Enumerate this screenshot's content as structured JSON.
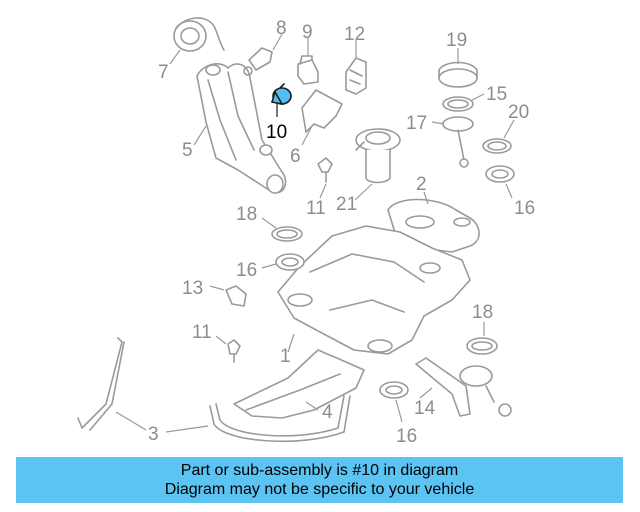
{
  "callouts": {
    "c7": "7",
    "c8": "8",
    "c9": "9",
    "c12": "12",
    "c19": "19",
    "c15": "15",
    "c20": "20",
    "c17": "17",
    "c10": "10",
    "c5": "5",
    "c6": "6",
    "c11a": "11",
    "c21": "21",
    "c2": "2",
    "c16a": "16",
    "c18a": "18",
    "c16b": "16",
    "c13": "13",
    "c11b": "11",
    "c18b": "18",
    "c1": "1",
    "c3": "3",
    "c4": "4",
    "c14": "14",
    "c16c": "16"
  },
  "banner": {
    "line1": "Part or sub-assembly is #10 in diagram",
    "line2": "Diagram may not be specific to your vehicle"
  },
  "highlighted_part": "10",
  "colors": {
    "highlight": "#52bdf0",
    "banner": "#5bc4f3",
    "callout": "#8d8d8d"
  }
}
